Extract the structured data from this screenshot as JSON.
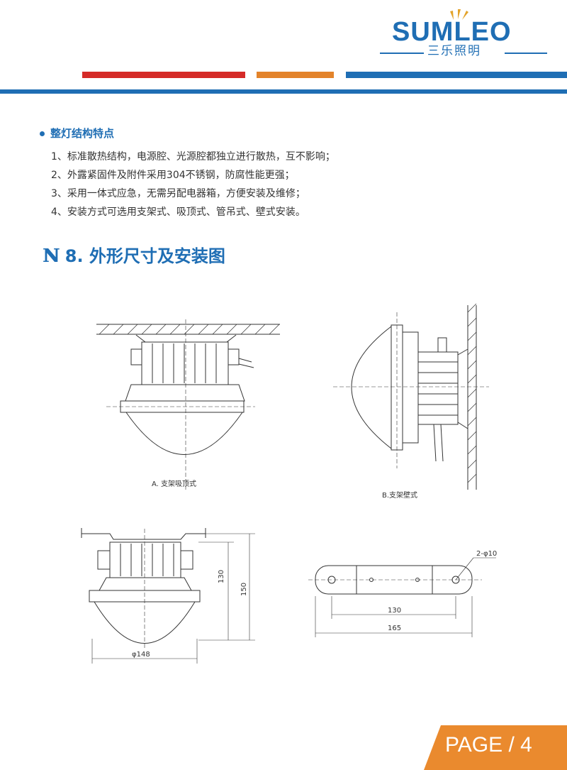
{
  "brand": {
    "name": "SUMLEO",
    "sub": "三乐照明"
  },
  "colors": {
    "blue": "#1f6eb4",
    "red": "#d52a27",
    "orange": "#e3832a",
    "page_bg": "#ea8a2e"
  },
  "section": {
    "title": "整灯结构特点",
    "items": [
      "1、标准散热结构，电源腔、光源腔都独立进行散热，互不影响；",
      "2、外露紧固件及附件采用304不锈钢，防腐性能更强；",
      "3、采用一体式应急，无需另配电器箱，方便安装及维修；",
      "4、安装方式可选用支架式、吸顶式、管吊式、壁式安装。"
    ]
  },
  "heading": {
    "mark": "N",
    "text": "8. 外形尺寸及安装图"
  },
  "drawings": {
    "caption_a": "A. 支架吸顶式",
    "caption_b": "B.支架壁式",
    "dim_130": "130",
    "dim_150": "150",
    "dim_phi148": "φ148",
    "dim_2phi10": "2-φ10",
    "dim_bracket_130": "130",
    "dim_bracket_165": "165"
  },
  "footer": {
    "page": "PAGE / 4"
  }
}
